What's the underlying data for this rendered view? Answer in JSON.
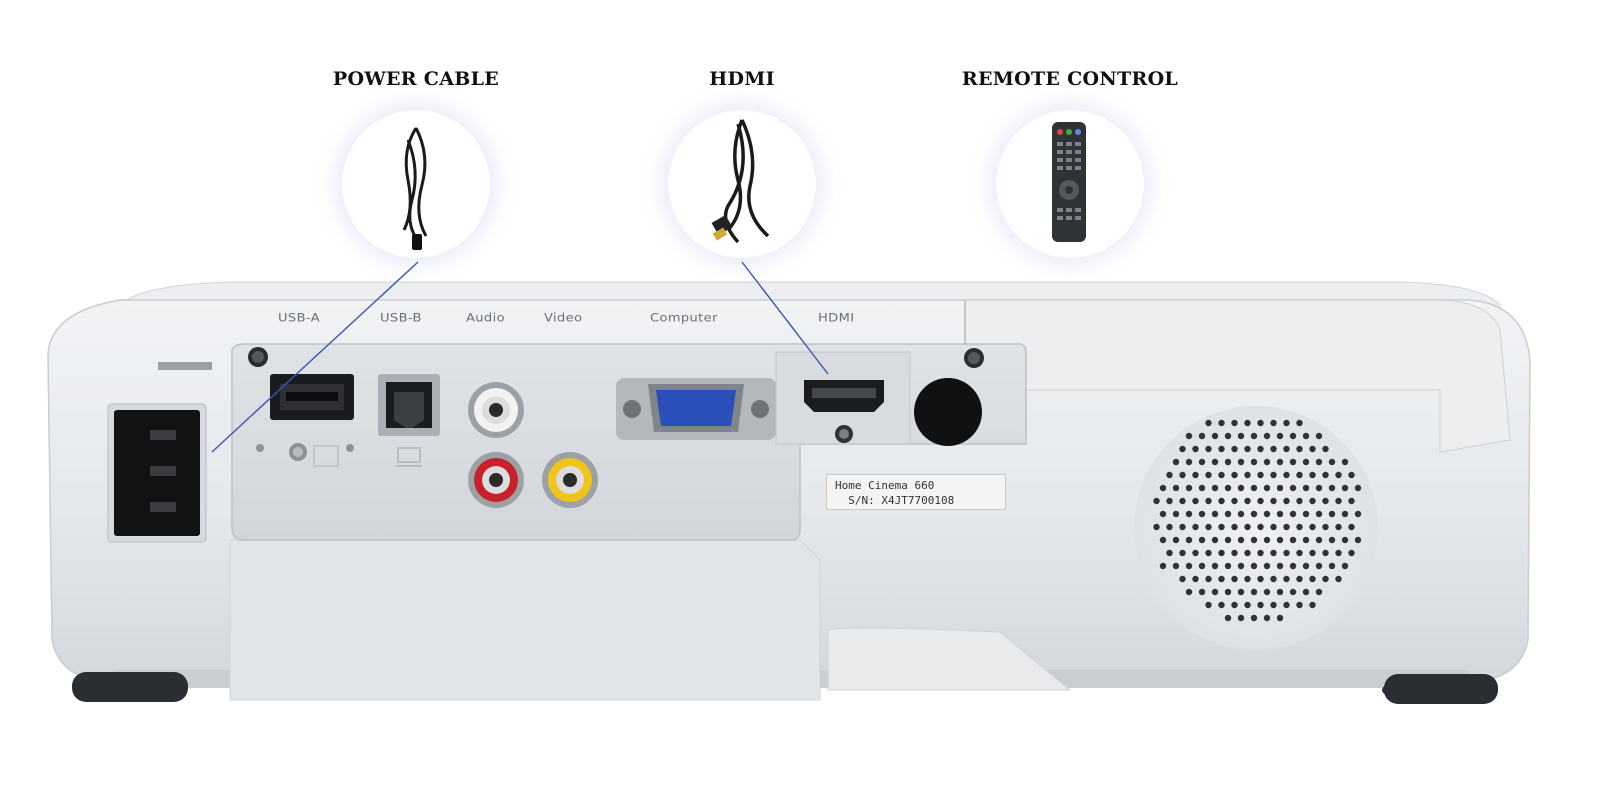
{
  "callouts": [
    {
      "label": "POWER CABLE",
      "icon": "power-cable-icon"
    },
    {
      "label": "HDMI",
      "icon": "hdmi-cable-icon"
    },
    {
      "label": "REMOTE CONTROL",
      "icon": "remote-control-icon"
    }
  ],
  "ports": {
    "usb_a": "USB-A",
    "usb_b": "USB-B",
    "audio": "Audio",
    "video": "Video",
    "computer": "Computer",
    "hdmi": "HDMI"
  },
  "sticker": {
    "model": "Home Cinema 660",
    "serial": "  S/N: X4JT7700108"
  },
  "colors": {
    "connector_line": "#3a55b4",
    "projector_body": "#e6e9ec",
    "vga_blue": "#2b4fb8",
    "rca_red": "#c8202a",
    "rca_yellow": "#f0c419",
    "rca_white": "#f4f4f4"
  }
}
